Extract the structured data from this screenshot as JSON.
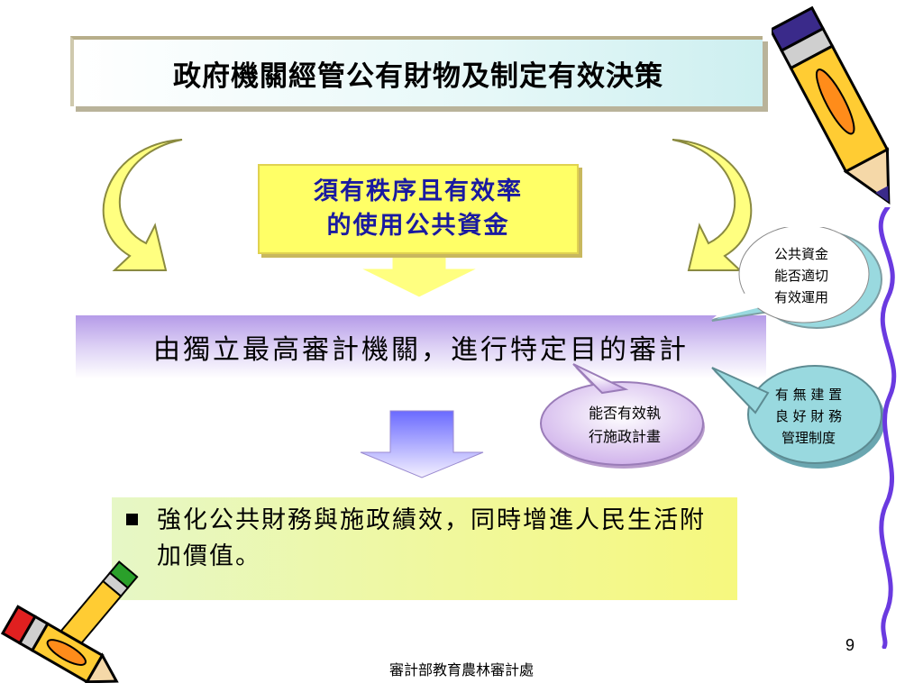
{
  "slide": {
    "title": "政府機關經管公有財物及制定有效決策",
    "yellow_box": {
      "line1": "須有秩序且有效率",
      "line2": "的使用公共資金"
    },
    "audit_band": "由獨立最高審計機關，進行特定目的審計",
    "bubbles": {
      "top_right": [
        "公共資金",
        "能否適切",
        "有效運用"
      ],
      "middle_right": [
        "有 無 建 置",
        "良 好 財 務",
        "管理制度"
      ],
      "middle": [
        "能否有效執",
        "行施政計畫"
      ]
    },
    "result_text": "強化公共財務與施政績效，同時增進人民生活附加價值。",
    "footer": "審計部教育農林審計處",
    "page_number": "9"
  },
  "colors": {
    "yellow_box": "#ffff66",
    "yellow_text": "#1a1aa0",
    "audit_band": "#b59be8",
    "arrow_yellow": "#ffff80",
    "arrow_purple": "#8080ff",
    "bubble_blue": "#99d9df",
    "bubble_pink": "#f0d8f8",
    "bubble_white": "#ffffff"
  },
  "icons": [
    "pencil-icon",
    "curved-arrow-icon",
    "down-arrow-icon",
    "speech-bubble-icon"
  ]
}
